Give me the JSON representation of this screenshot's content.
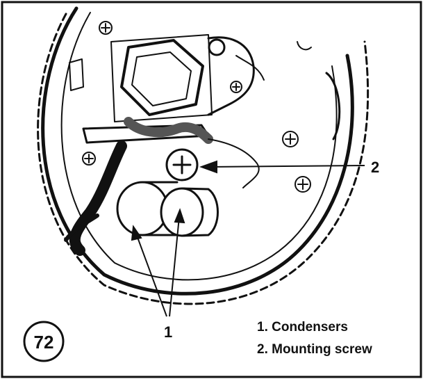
{
  "figure_number": "72",
  "callouts": {
    "one": "1",
    "two": "2"
  },
  "legend": [
    "1. Condensers",
    "2. Mounting screw"
  ],
  "colors": {
    "ink": "#111111",
    "paper": "#ffffff"
  }
}
